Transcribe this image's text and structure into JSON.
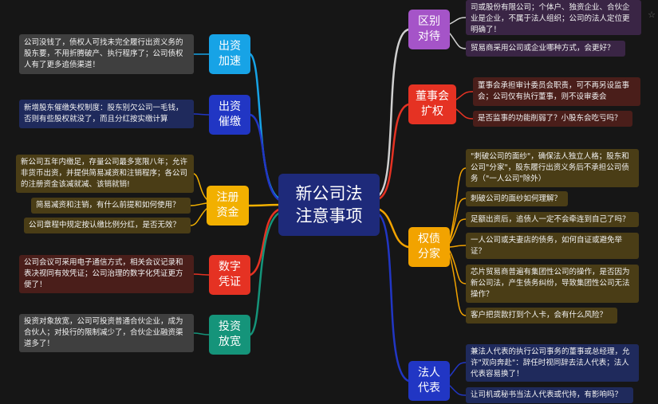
{
  "center": "新公司法\n注意事项",
  "colors": {
    "background": "#161616",
    "center": "#1e2a7a",
    "cyan": "#17a3e6",
    "blue": "#2136c4",
    "yellow": "#f2b000",
    "red": "#e53223",
    "teal": "#15947a",
    "purple": "#a554c8",
    "orange": "#f2a300"
  },
  "left_topics": [
    {
      "label": "出资\n加速",
      "color": "cyan",
      "notes": [
        "公司没钱了，债权人可找未完全履行出资义务的股东要，不用折腾破产、执行程序了；公司债权人有了更多追债渠道！"
      ]
    },
    {
      "label": "出资\n催缴",
      "color": "blue",
      "notes": [
        "新增股东催缴失权制度：股东别欠公司一毛钱，否则有些股权就没了，而且分红按实缴计算"
      ]
    },
    {
      "label": "注册\n资金",
      "color": "yellow",
      "notes": [
        "新公司五年内缴足，存量公司最多宽限八年；允许非货币出资，并提供简易减资和注销程序；各公司的注册资金该减就减、该销就销!",
        "简易减资和注销，有什么前提和如何使用？",
        "公司章程中规定按认缴比例分红，是否无效？"
      ]
    },
    {
      "label": "数字\n凭证",
      "color": "red",
      "notes": [
        "公司会议可采用电子通信方式，相关会议记录和表决视同有效凭证；公司治理的数字化凭证更方便了！"
      ]
    },
    {
      "label": "投资\n放宽",
      "color": "teal",
      "notes": [
        "投资对象放宽，公司可投资普通合伙企业，成为合伙人；对投行的限制减少了，合伙企业融资渠道多了！"
      ]
    }
  ],
  "right_topics": [
    {
      "label": "区别\n对待",
      "color": "purple",
      "notes": [
        "司或股份有限公司；个体户、独资企业、合伙企业是企业，不属于法人组织；公司的法人定位更明确了！",
        "贸易商采用公司或企业哪种方式，会更好？"
      ]
    },
    {
      "label": "董事会\n扩权",
      "color": "red",
      "notes": [
        "董事会承担审计委员会职责，可不再另设监事会；公司仅有执行董事，则不设审委会",
        "是否监事的功能削弱了？小股东会吃亏吗？"
      ]
    },
    {
      "label": "权债\n分家",
      "color": "orange",
      "notes": [
        "\"刺破公司的面纱\"，确保法人独立人格；股东和公司\"分家\"，股东履行出资义务后不承担公司债务（\"一人公司\"除外）",
        "刺破公司的面纱如何理解？",
        "足额出资后，追债人一定不会牵连到自己了吗？",
        "一人公司或夫妻店的债务，如何自证或避免举证？",
        "芯片贸易商普遍有集团性公司的操作，是否因为新公司法，产生债务纠纷，导致集团性公司无法操作？",
        "客户把货款打到个人卡，会有什么风险？"
      ]
    },
    {
      "label": "法人\n代表",
      "color": "blue",
      "notes": [
        "兼法人代表的执行公司事务的董事或总经理，允许\"双向奔赴\"：辞任时视同辞去法人代表；法人代表容易换了！",
        "让司机或秘书当法人代表或代持，有影响吗？"
      ]
    }
  ],
  "decor": {
    "star_icon": "☆"
  }
}
